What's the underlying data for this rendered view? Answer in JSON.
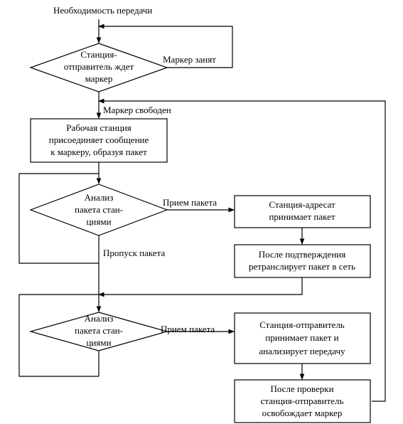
{
  "start_label": "Необходимость передачи",
  "decision_wait": {
    "lines": [
      "Станция-",
      "отправитель ждет",
      "маркер"
    ]
  },
  "label_marker_busy": "Маркер занят",
  "label_marker_free": "Маркер свободен",
  "process_attach": {
    "lines": [
      "Рабочая станция",
      "присоединяет сообщение",
      "к маркеру, образуя пакет"
    ]
  },
  "decision_analyze_1": {
    "lines": [
      "Анализ",
      "пакета стан-",
      "циями"
    ]
  },
  "label_receive_1": "Прием пакета",
  "process_dest_receives": {
    "lines": [
      "Станция-адресат",
      "принимает пакет"
    ]
  },
  "process_retransmit": {
    "lines": [
      "После подтверждения",
      "ретранслирует пакет в сеть"
    ]
  },
  "label_skip": "Пропуск пакета",
  "decision_analyze_2": {
    "lines": [
      "Анализ",
      "пакета стан-",
      "циями"
    ]
  },
  "label_receive_2": "Прием пакета",
  "process_sender_receives": {
    "lines": [
      "Станция-отправитель",
      "принимает пакет и",
      "анализирует передачу"
    ]
  },
  "process_release": {
    "lines": [
      "После проверки",
      "станция-отправитель",
      "освобождает маркер"
    ]
  }
}
